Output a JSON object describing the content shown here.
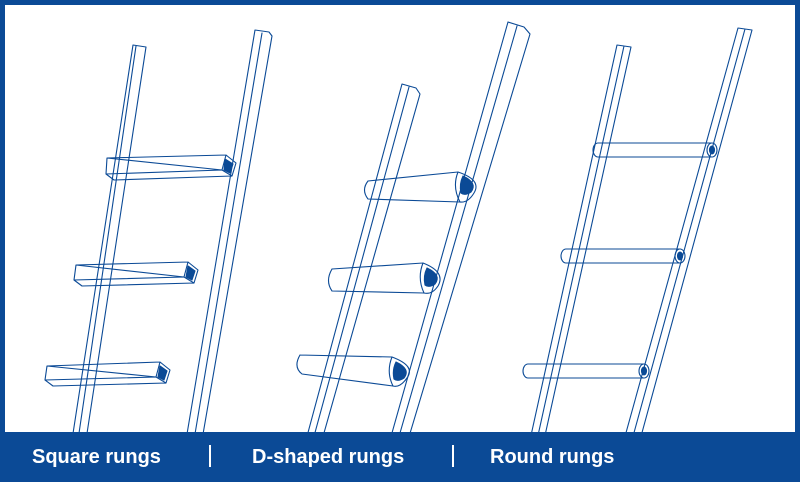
{
  "colors": {
    "frame": "#0b4a96",
    "line": "#0b4a96",
    "background": "#ffffff"
  },
  "captions": {
    "square": "Square rungs",
    "dshaped": "D-shaped rungs",
    "round": "Round rungs"
  },
  "ladders": [
    {
      "rung_shape": "square",
      "rung_count": 3
    },
    {
      "rung_shape": "d-shaped",
      "rung_count": 3
    },
    {
      "rung_shape": "round",
      "rung_count": 3
    }
  ]
}
